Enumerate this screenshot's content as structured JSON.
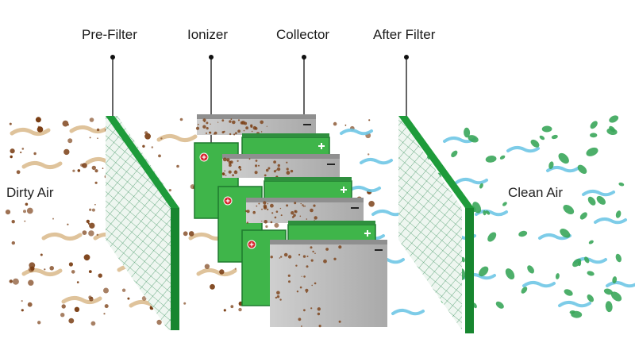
{
  "diagram": {
    "labels": {
      "pre_filter": "Pre-Filter",
      "ionizer": "Ionizer",
      "collector": "Collector",
      "after_filter": "After Filter",
      "dirty_air": "Dirty Air",
      "clean_air": "Clean Air"
    },
    "symbols": {
      "positive": "+",
      "negative": "−"
    },
    "colors": {
      "filter_green": "#1e9b3a",
      "plate_green": "#3fb54a",
      "plate_grey": "#b9b9b9",
      "dirt": "#7a3e14",
      "wisp": "#d9b98a",
      "clean_leaf": "#3aa65a",
      "clean_wave": "#6fc6e6"
    },
    "icons": [
      "dust-particle-icon",
      "wind-wisp-icon",
      "leaf-icon",
      "air-wave-icon",
      "positive-charge-icon",
      "negative-charge-icon"
    ]
  }
}
